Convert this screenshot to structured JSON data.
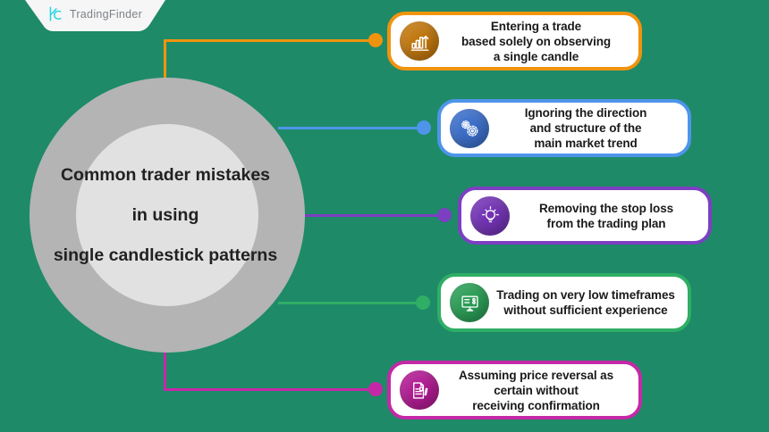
{
  "colors": {
    "background": "#1E8A68",
    "banner_bg": "#F6F6F6",
    "logo_cyan": "#2BD6E4",
    "logo_text_color": "#7D8287",
    "outer_circle": "#B4B4B4",
    "inner_circle": "#E1E1E1",
    "title_text": "#212121",
    "box_bg": "#FFFFFF",
    "box_text": "#1A1A1A"
  },
  "brand": {
    "name": "TradingFinder"
  },
  "center_title": {
    "line1": "Common trader mistakes",
    "line2": "in using",
    "line3": "single candlestick patterns"
  },
  "mistakes": [
    {
      "accent": "#F0930E",
      "icon_bg": "#C0770F",
      "icon": "bar-chart-growth-icon",
      "line1": "Entering a trade",
      "line2": "based solely on observing",
      "line3": "a single candle"
    },
    {
      "accent": "#4E95E9",
      "icon_bg": "#3C6FC9",
      "icon": "gears-icon",
      "line1": "Ignoring the direction",
      "line2": "and structure of the",
      "line3": "main market trend"
    },
    {
      "accent": "#7C3FC2",
      "icon_bg": "#7334B4",
      "icon": "lightbulb-icon",
      "line1": "Removing the stop loss",
      "line2": "from the trading plan"
    },
    {
      "accent": "#2FAE65",
      "icon_bg": "#2B9D56",
      "icon": "monitor-settings-icon",
      "line1": "Trading on very low timeframes",
      "line2": "without sufficient experience"
    },
    {
      "accent": "#C528A6",
      "icon_bg": "#B01C92",
      "icon": "document-pen-icon",
      "line1": "Assuming price reversal as",
      "line2": "certain without",
      "line3": "receiving confirmation"
    }
  ]
}
